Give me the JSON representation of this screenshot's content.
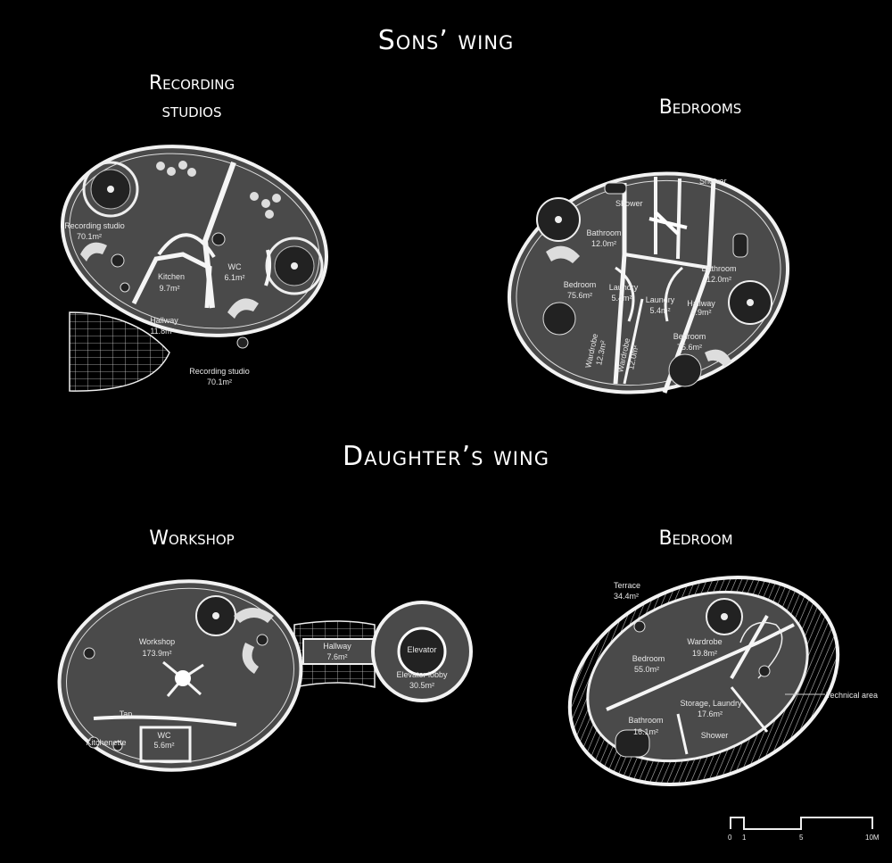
{
  "headings": {
    "sons_wing": "Sons’ wing",
    "daughters_wing": "Daughter’s wing"
  },
  "subheadings": {
    "recording_studios_line1": "Recording",
    "recording_studios_line2": "studios",
    "bedrooms": "Bedrooms",
    "workshop": "Workshop",
    "bedroom": "Bedroom"
  },
  "sons_studios": {
    "recording_studio_1": {
      "name": "Recording studio",
      "area": "70.1m²"
    },
    "kitchen": {
      "name": "Kitchen",
      "area": "9.7m²"
    },
    "wc": {
      "name": "WC",
      "area": "6.1m²"
    },
    "hallway": {
      "name": "Hallway",
      "area": "11.8m²"
    },
    "recording_studio_2": {
      "name": "Recording studio",
      "area": "70.1m²"
    }
  },
  "sons_bedrooms": {
    "shower_1": "Shower",
    "shower_2": "Shower",
    "bathroom_1": {
      "name": "Bathroom",
      "area": "12.0m²"
    },
    "bathroom_2": {
      "name": "Bathroom",
      "area": "12.0m²"
    },
    "bedroom_1": {
      "name": "Bedroom",
      "area": "75.6m²"
    },
    "bedroom_2": {
      "name": "Bedroom",
      "area": "75.6m²"
    },
    "laundry_1": {
      "name": "Laundry",
      "area": "5.4m²"
    },
    "laundry_2": {
      "name": "Laundry",
      "area": "5.4m²"
    },
    "hallway": {
      "name": "Hallway",
      "area": "4.9m²"
    },
    "wardrobe_1": {
      "name": "Wardrobe",
      "area": "12.3m²"
    },
    "wardrobe_2": {
      "name": "Wardrobe",
      "area": "12.0m²"
    }
  },
  "daughter_workshop": {
    "workshop": {
      "name": "Workshop",
      "area": "173.9m²"
    },
    "hallway": {
      "name": "Hallway",
      "area": "7.6m²"
    },
    "elevator": "Elevator",
    "elevator_lobby": {
      "name": "Elevator lobby",
      "area": "30.5m²"
    },
    "tap": "Tap",
    "kitchenette": "Kitchenette",
    "wc": {
      "name": "WC",
      "area": "5.6m²"
    }
  },
  "daughter_bedroom": {
    "terrace": {
      "name": "Terrace",
      "area": "34.4m²"
    },
    "wardrobe": {
      "name": "Wardrobe",
      "area": "19.8m²"
    },
    "bedroom": {
      "name": "Bedroom",
      "area": "55.0m²"
    },
    "storage": {
      "name": "Storage, Laundry",
      "area": "17.6m²"
    },
    "technical": "Technical area",
    "bathroom": {
      "name": "Bathroom",
      "area": "16.1m²"
    },
    "shower": "Shower"
  },
  "scale_bar": {
    "ticks": [
      "0",
      "1",
      "5",
      "10M"
    ]
  }
}
